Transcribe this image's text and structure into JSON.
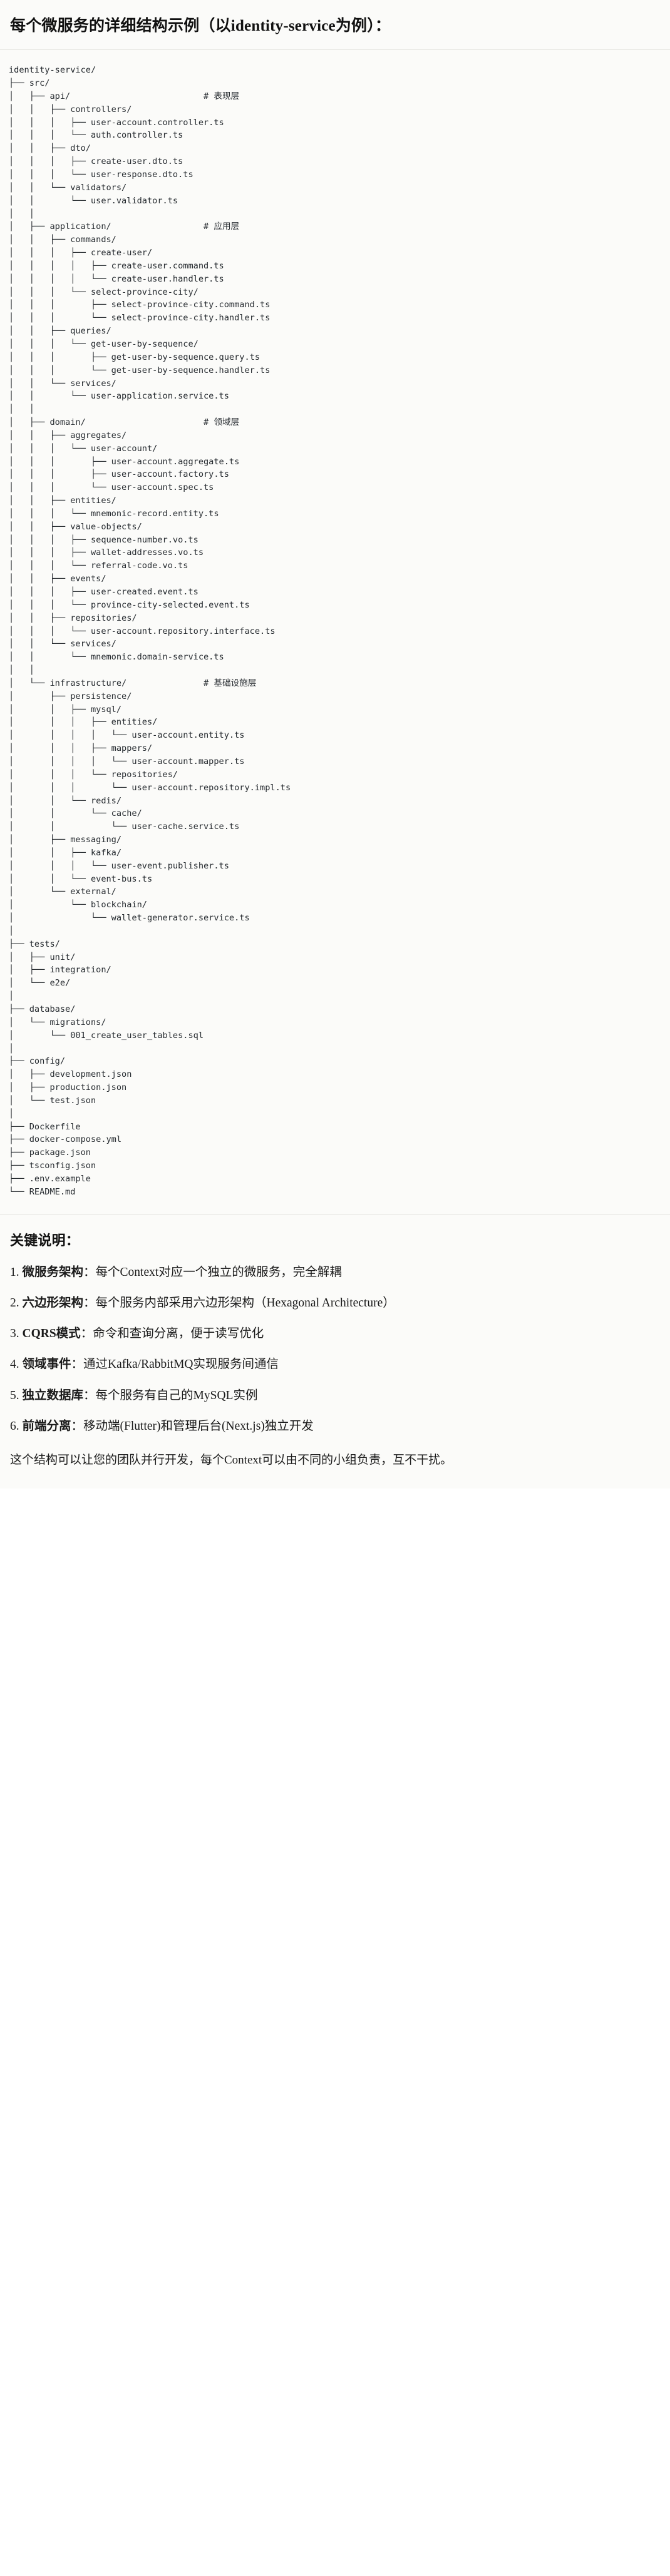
{
  "header": {
    "title": "每个微服务的详细结构示例（以identity-service为例）："
  },
  "tree": {
    "root": "identity-service/",
    "text": "identity-service/\n├── src/\n│   ├── api/                          # 表现层\n│   │   ├── controllers/\n│   │   │   ├── user-account.controller.ts\n│   │   │   └── auth.controller.ts\n│   │   ├── dto/\n│   │   │   ├── create-user.dto.ts\n│   │   │   └── user-response.dto.ts\n│   │   └── validators/\n│   │       └── user.validator.ts\n│   │\n│   ├── application/                  # 应用层\n│   │   ├── commands/\n│   │   │   ├── create-user/\n│   │   │   │   ├── create-user.command.ts\n│   │   │   │   └── create-user.handler.ts\n│   │   │   └── select-province-city/\n│   │   │       ├── select-province-city.command.ts\n│   │   │       └── select-province-city.handler.ts\n│   │   ├── queries/\n│   │   │   └── get-user-by-sequence/\n│   │   │       ├── get-user-by-sequence.query.ts\n│   │   │       └── get-user-by-sequence.handler.ts\n│   │   └── services/\n│   │       └── user-application.service.ts\n│   │\n│   ├── domain/                       # 领域层\n│   │   ├── aggregates/\n│   │   │   └── user-account/\n│   │   │       ├── user-account.aggregate.ts\n│   │   │       ├── user-account.factory.ts\n│   │   │       └── user-account.spec.ts\n│   │   ├── entities/\n│   │   │   └── mnemonic-record.entity.ts\n│   │   ├── value-objects/\n│   │   │   ├── sequence-number.vo.ts\n│   │   │   ├── wallet-addresses.vo.ts\n│   │   │   └── referral-code.vo.ts\n│   │   ├── events/\n│   │   │   ├── user-created.event.ts\n│   │   │   └── province-city-selected.event.ts\n│   │   ├── repositories/\n│   │   │   └── user-account.repository.interface.ts\n│   │   └── services/\n│   │       └── mnemonic.domain-service.ts\n│   │\n│   └── infrastructure/               # 基础设施层\n│       ├── persistence/\n│       │   ├── mysql/\n│       │   │   ├── entities/\n│       │   │   │   └── user-account.entity.ts\n│       │   │   ├── mappers/\n│       │   │   │   └── user-account.mapper.ts\n│       │   │   └── repositories/\n│       │   │       └── user-account.repository.impl.ts\n│       │   └── redis/\n│       │       └── cache/\n│       │           └── user-cache.service.ts\n│       ├── messaging/\n│       │   ├── kafka/\n│       │   │   └── user-event.publisher.ts\n│       │   └── event-bus.ts\n│       └── external/\n│           └── blockchain/\n│               └── wallet-generator.service.ts\n│\n├── tests/\n│   ├── unit/\n│   ├── integration/\n│   └── e2e/\n│\n├── database/\n│   └── migrations/\n│       └── 001_create_user_tables.sql\n│\n├── config/\n│   ├── development.json\n│   ├── production.json\n│   └── test.json\n│\n├── Dockerfile\n├── docker-compose.yml\n├── package.json\n├── tsconfig.json\n├── .env.example\n└── README.md",
    "layer_comments": [
      "# 表现层",
      "# 应用层",
      "# 领域层",
      "# 基础设施层"
    ]
  },
  "notes": {
    "heading": "关键说明：",
    "items": [
      {
        "index": "1.",
        "term": "微服务架构",
        "sep": "：",
        "desc": "每个Context对应一个独立的微服务，完全解耦"
      },
      {
        "index": "2.",
        "term": "六边形架构",
        "sep": "：",
        "desc": "每个服务内部采用六边形架构（Hexagonal Architecture）"
      },
      {
        "index": "3.",
        "term": "CQRS模式",
        "sep": "：",
        "desc": "命令和查询分离，便于读写优化"
      },
      {
        "index": "4.",
        "term": "领域事件",
        "sep": "：",
        "desc": "通过Kafka/RabbitMQ实现服务间通信"
      },
      {
        "index": "5.",
        "term": "独立数据库",
        "sep": "：",
        "desc": "每个服务有自己的MySQL实例"
      },
      {
        "index": "6.",
        "term": "前端分离",
        "sep": "：",
        "desc": "移动端(Flutter)和管理后台(Next.js)独立开发"
      }
    ],
    "closing": "这个结构可以让您的团队并行开发，每个Context可以由不同的小组负责，互不干扰。"
  },
  "colors": {
    "page_background": "#fbfbf9",
    "text": "#1a1a1a",
    "code_text": "#24292e",
    "divider": "#e2e2dd"
  }
}
